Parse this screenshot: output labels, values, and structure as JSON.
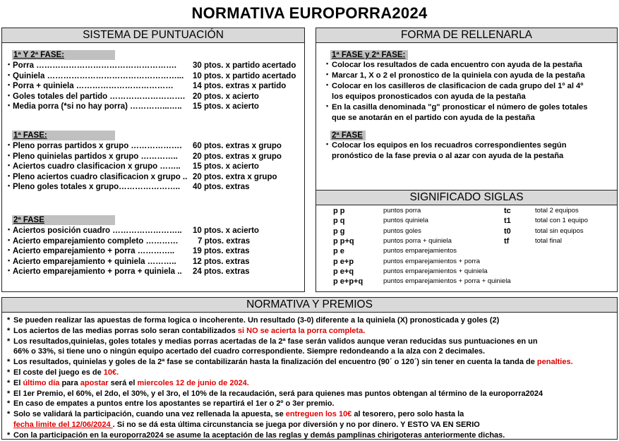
{
  "title": "NORMATIVA EUROPORRA2024",
  "puntuacion": {
    "heading": "SISTEMA DE PUNTUACIÓN",
    "sections": [
      {
        "label": "1ª Y 2ª FASE:",
        "rows": [
          {
            "name": "Porra …………………………………………….",
            "value": "30 ptos. x partido acertado"
          },
          {
            "name": "Quiniela …………………………………………...",
            "value": "10 ptos. x partido acertado"
          },
          {
            "name": "Porra + quiniela ………………………………",
            "value": "14 ptos. extras x partido"
          },
          {
            "name": "Goles totales del partido ……………………….",
            "value": "20 ptos. x acierto"
          },
          {
            "name": "Media porra (*si no hay porra) …………...…..",
            "value": "15 ptos. x acierto"
          }
        ]
      },
      {
        "label": "1ª FASE:",
        "rows": [
          {
            "name": "Pleno porras partidos x grupo ……………….",
            "value": "60 ptos. extras x grupo"
          },
          {
            "name": "Pleno quinielas partidos x grupo …………..",
            "value": "20 ptos. extras x grupo"
          },
          {
            "name": "Aciertos cuadro clasificacion x grupo ……..",
            "value": "15 ptos. x acierto"
          },
          {
            "name": "Pleno aciertos cuadro clasificacion x grupo ..",
            "value": "20 ptos. extra x grupo"
          },
          {
            "name": "Pleno goles totales x grupo…………………..",
            "value": "40 ptos. extras"
          }
        ]
      },
      {
        "label": "2ª FASE",
        "rows": [
          {
            "name": "Aciertos posición cuadro ……………………..",
            "value": "10 ptos. x acierto"
          },
          {
            "name": "Acierto emparejamiento completo …………",
            "value": "7 ptos. extras"
          },
          {
            "name": "Acierto emparejamiento + porra …………..",
            "value": "19 ptos. extras"
          },
          {
            "name": "Acierto emparejamiento + quiniela ………..",
            "value": "12 ptos. extras"
          },
          {
            "name": "Acierto emparejamiento + porra + quiniela ..",
            "value": "24 ptos. extras"
          }
        ]
      }
    ]
  },
  "rellenarla": {
    "heading": "FORMA DE RELLENARLA",
    "sections": [
      {
        "label": "1ª FASE y 2ª FASE:",
        "lines": [
          {
            "bullet": true,
            "text": "Colocar los resultados de cada encuentro con ayuda de la pestaña"
          },
          {
            "bullet": true,
            "text": "Marcar  1, X o 2 el pronostico de la quiniela con ayuda de la pestaña"
          },
          {
            "bullet": true,
            "text": "Colocar en los casilleros de clasificacion de cada grupo del 1º al 4º"
          },
          {
            "bullet": false,
            "text": "los equipos pronosticados con ayuda de la pestaña"
          },
          {
            "bullet": true,
            "text": "En la casilla denominada \"g\" pronosticar el número de goles totales"
          },
          {
            "bullet": false,
            "text": "que se anotarán en el partido con ayuda de la pestaña"
          }
        ]
      },
      {
        "label": "2ª FASE",
        "lines": [
          {
            "bullet": true,
            "text": "Colocar los equipos en los recuadros correspondientes según"
          },
          {
            "bullet": false,
            "text": "pronóstico de la  fase previa o al azar con ayuda de la pestaña"
          }
        ]
      }
    ]
  },
  "siglas": {
    "heading": "SIGNIFICADO SIGLAS",
    "left": [
      {
        "code": "p p",
        "meaning": "puntos porra"
      },
      {
        "code": "p q",
        "meaning": "puntos quiniela"
      },
      {
        "code": "p g",
        "meaning": "puntos goles"
      },
      {
        "code": "p p+q",
        "meaning": "puntos porra + quiniela"
      },
      {
        "code": "p e",
        "meaning": "puntos emparejamientos"
      },
      {
        "code": "p e+p",
        "meaning": "puntos emparejamientos + porra"
      },
      {
        "code": "p e+q",
        "meaning": "puntos emparejamientos + quiniela"
      },
      {
        "code": "p e+p+q",
        "meaning": "puntos emparejamientos + porra + quiniela"
      }
    ],
    "right": [
      {
        "code": "tc",
        "meaning": "total 2 equipos"
      },
      {
        "code": "t1",
        "meaning": "total con 1 equipo"
      },
      {
        "code": "t0",
        "meaning": "total sin equipos"
      },
      {
        "code": "tf",
        "meaning": "total final"
      }
    ]
  },
  "normativa": {
    "heading": "NORMATIVA  Y PREMIOS",
    "lines": [
      {
        "bullet": true,
        "parts": [
          {
            "t": "Se pueden realizar las apuestas de forma logica o incoherente. Un resultado (3-0) diferente a la quiniela (X) pronosticada y goles (2)"
          }
        ]
      },
      {
        "bullet": true,
        "parts": [
          {
            "t": "Los aciertos de las medias porras solo seran contabilizados "
          },
          {
            "t": "si NO se acierta la porra completa.",
            "red": true
          }
        ]
      },
      {
        "bullet": true,
        "parts": [
          {
            "t": "Los resultados,quinielas, goles totales y medias porras acertadas de la 2ª fase serán validos aunque veran reducidas sus puntuaciones en un"
          }
        ]
      },
      {
        "bullet": false,
        "parts": [
          {
            "t": "66% o 33%, si tiene uno o ningún equipo acertado del cuadro correspondiente. Siempre redondeando a la alza con 2 decimales."
          }
        ]
      },
      {
        "bullet": true,
        "parts": [
          {
            "t": "Los resultados, quinielas y goles de la 2ª fase se contabilizarán hasta la finalización del encuentro (90´ o 120´) sin tener en cuenta la tanda de "
          },
          {
            "t": "penalties.",
            "red": true
          }
        ]
      },
      {
        "bullet": true,
        "parts": [
          {
            "t": "El coste del juego es de "
          },
          {
            "t": "10€.",
            "red": true
          }
        ]
      },
      {
        "bullet": true,
        "parts": [
          {
            "t": "El "
          },
          {
            "t": "último día",
            "red": true
          },
          {
            "t": " para "
          },
          {
            "t": "apostar",
            "red": true
          },
          {
            "t": " será el "
          },
          {
            "t": "miercoles 12 de junio de 2024.",
            "red": true
          }
        ]
      },
      {
        "bullet": true,
        "parts": [
          {
            "t": "El 1er Premio, el 60%, el 2do, el 30%, y el 3ro, el 10% de la recaudación, será para quienes mas puntos obtengan al término de la europorra2024"
          }
        ]
      },
      {
        "bullet": true,
        "parts": [
          {
            "t": "En caso de empates a puntos entre los apostantes se repartirá el 1er o 2º o 3er premio."
          }
        ]
      },
      {
        "bullet": true,
        "parts": [
          {
            "t": "Solo se validará la participación, cuando una vez rellenada la apuesta, se "
          },
          {
            "t": "entreguen los 10€",
            "red": true
          },
          {
            "t": " al tesorero, pero solo hasta la"
          }
        ]
      },
      {
        "bullet": false,
        "parts": [
          {
            "t": "fecha limite del 12/06/2024 ",
            "red": true,
            "ul": true
          },
          {
            "t": ". Si no se dá esta última circunstancia se juega por diversión y no por dinero. Y ESTO VA EN SERIO"
          }
        ]
      },
      {
        "bullet": true,
        "parts": [
          {
            "t": "Con la participación en la europorra2024 se asume la aceptación de las reglas y demás pamplinas chirigoteras anteriormente dichas."
          }
        ]
      }
    ]
  }
}
